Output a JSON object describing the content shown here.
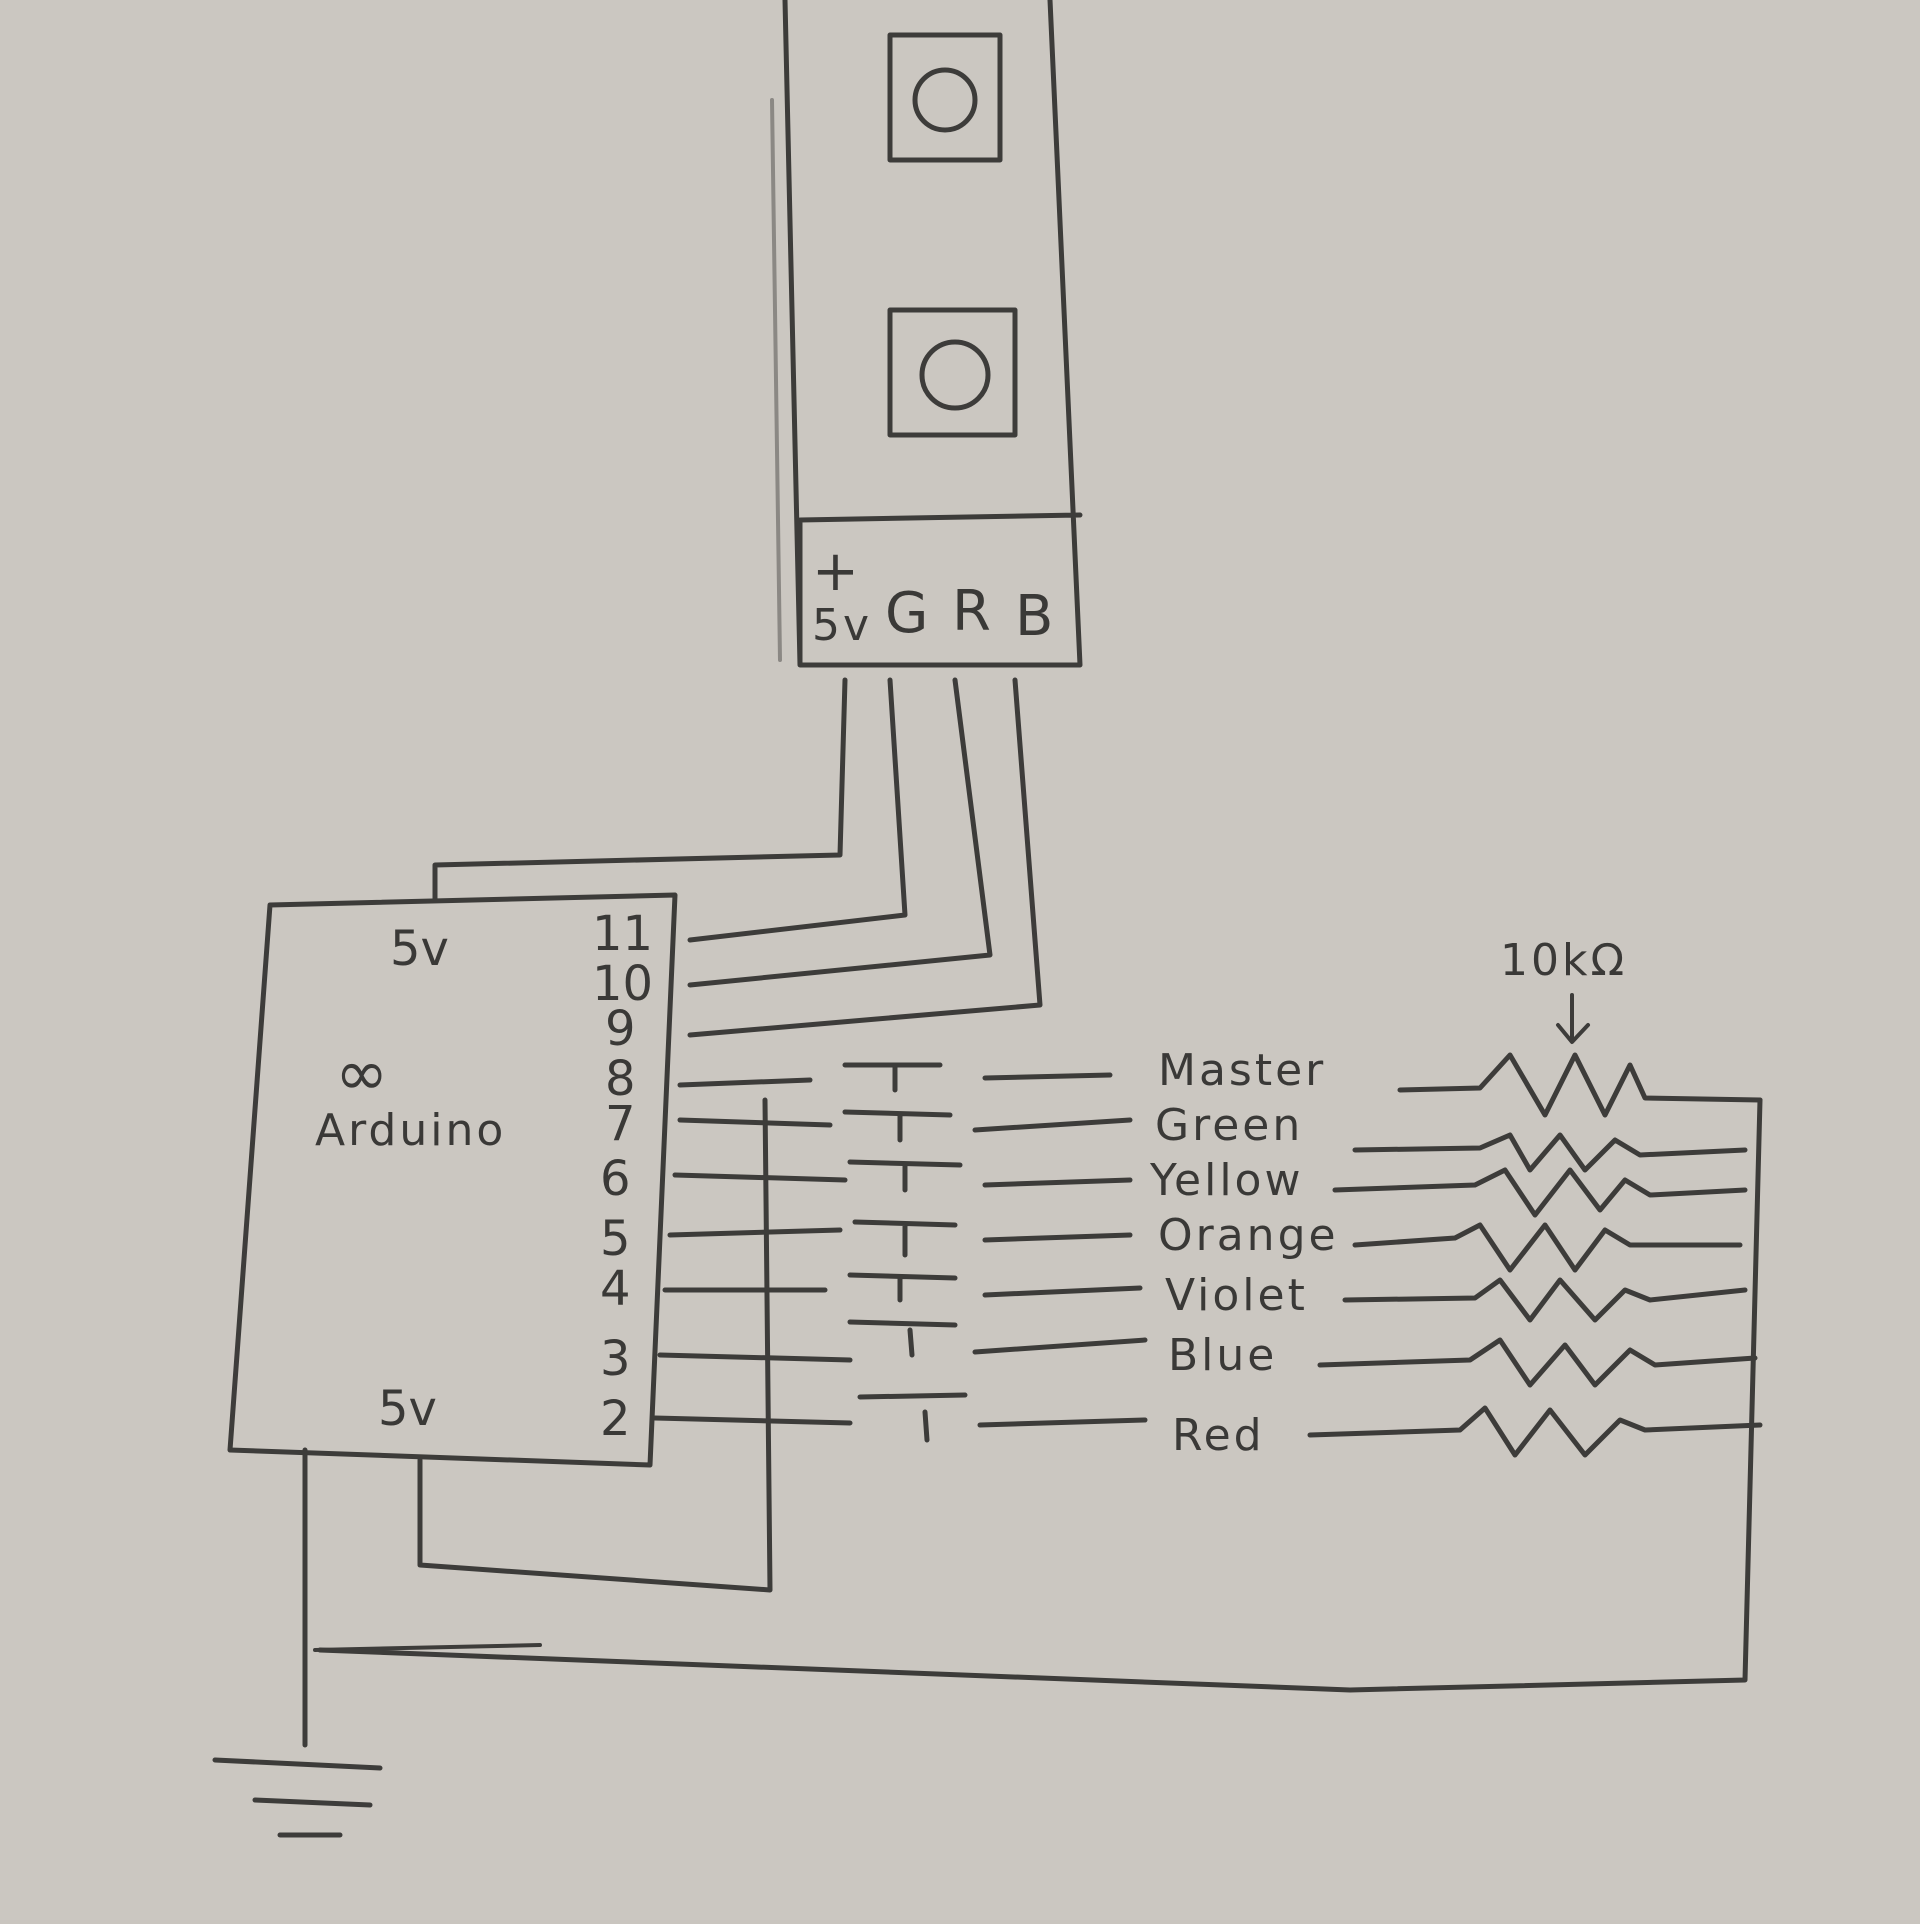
{
  "led_strip": {
    "terminals": {
      "plus": "+",
      "v5": "5v",
      "g": "G",
      "r": "R",
      "b": "B"
    }
  },
  "arduino": {
    "logo_symbol": "∞",
    "label": "Arduino",
    "pin_5v_top": "5v",
    "pin_5v_bottom": "5v",
    "pins": [
      "11",
      "10",
      "9",
      "8",
      "7",
      "6",
      "5",
      "4",
      "3",
      "2"
    ]
  },
  "potentiometer_value": "10kΩ",
  "channels": [
    "Master",
    "Green",
    "Yellow",
    "Orange",
    "Violet",
    "Blue",
    "Red"
  ],
  "colors": {
    "paper": "#c9c5bf",
    "pencil": "#3d3c3a"
  },
  "icons": [
    "ground-icon",
    "switch-icon",
    "variable-resistor-icon",
    "resistor-icon",
    "led-icon"
  ]
}
